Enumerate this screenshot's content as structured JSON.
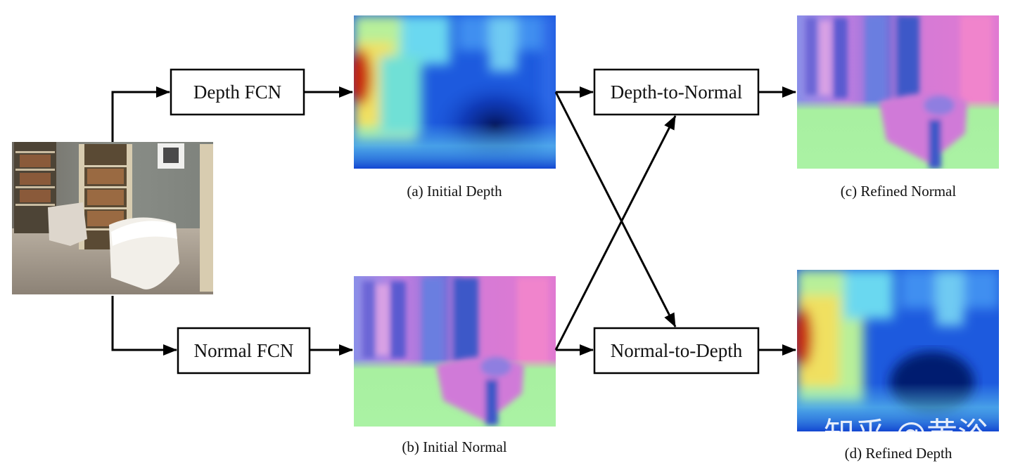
{
  "nodes": {
    "depth_fcn": "Depth FCN",
    "normal_fcn": "Normal FCN",
    "depth_to_normal": "Depth-to-Normal",
    "normal_to_depth": "Normal-to-Depth"
  },
  "captions": {
    "initial_depth": "(a) Initial Depth",
    "initial_normal": "(b) Initial Normal",
    "refined_normal": "(c) Refined Normal",
    "refined_depth": "(d) Refined Depth"
  },
  "watermark": "知乎 @黄浴",
  "images": {
    "input": "input-rgb-photo",
    "initial_depth": "depth-heatmap",
    "initial_normal": "normal-map",
    "refined_normal": "normal-map",
    "refined_depth": "depth-heatmap"
  }
}
